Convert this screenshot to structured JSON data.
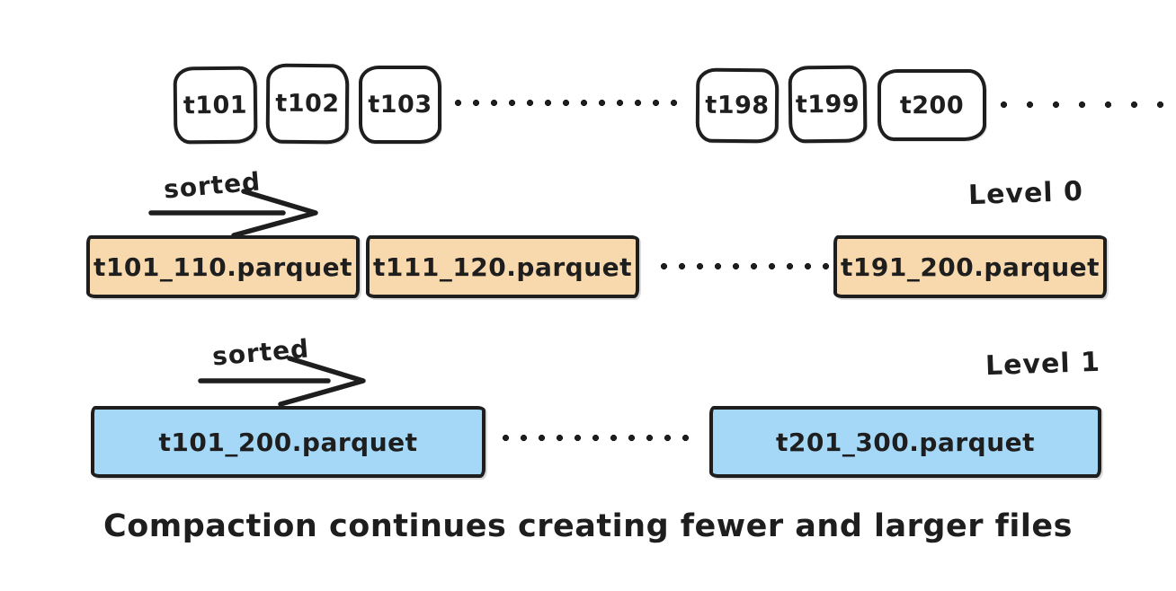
{
  "canvas": {
    "background": "#ffffff",
    "stroke_color": "#1e1e1e"
  },
  "memtables": {
    "left": [
      "t101",
      "t102",
      "t103"
    ],
    "right": [
      "t198",
      "t199",
      "t200"
    ]
  },
  "level0": {
    "sorted_label": "sorted",
    "level_label": "Level 0",
    "fill": "#f8d9ad",
    "files": [
      "t101_110.parquet",
      "t111_120.parquet",
      "t191_200.parquet"
    ]
  },
  "level1": {
    "sorted_label": "sorted",
    "level_label": "Level 1",
    "fill": "#a5d8f7",
    "files": [
      "t101_200.parquet",
      "t201_300.parquet"
    ]
  },
  "caption": "Compaction continues creating fewer and larger files"
}
